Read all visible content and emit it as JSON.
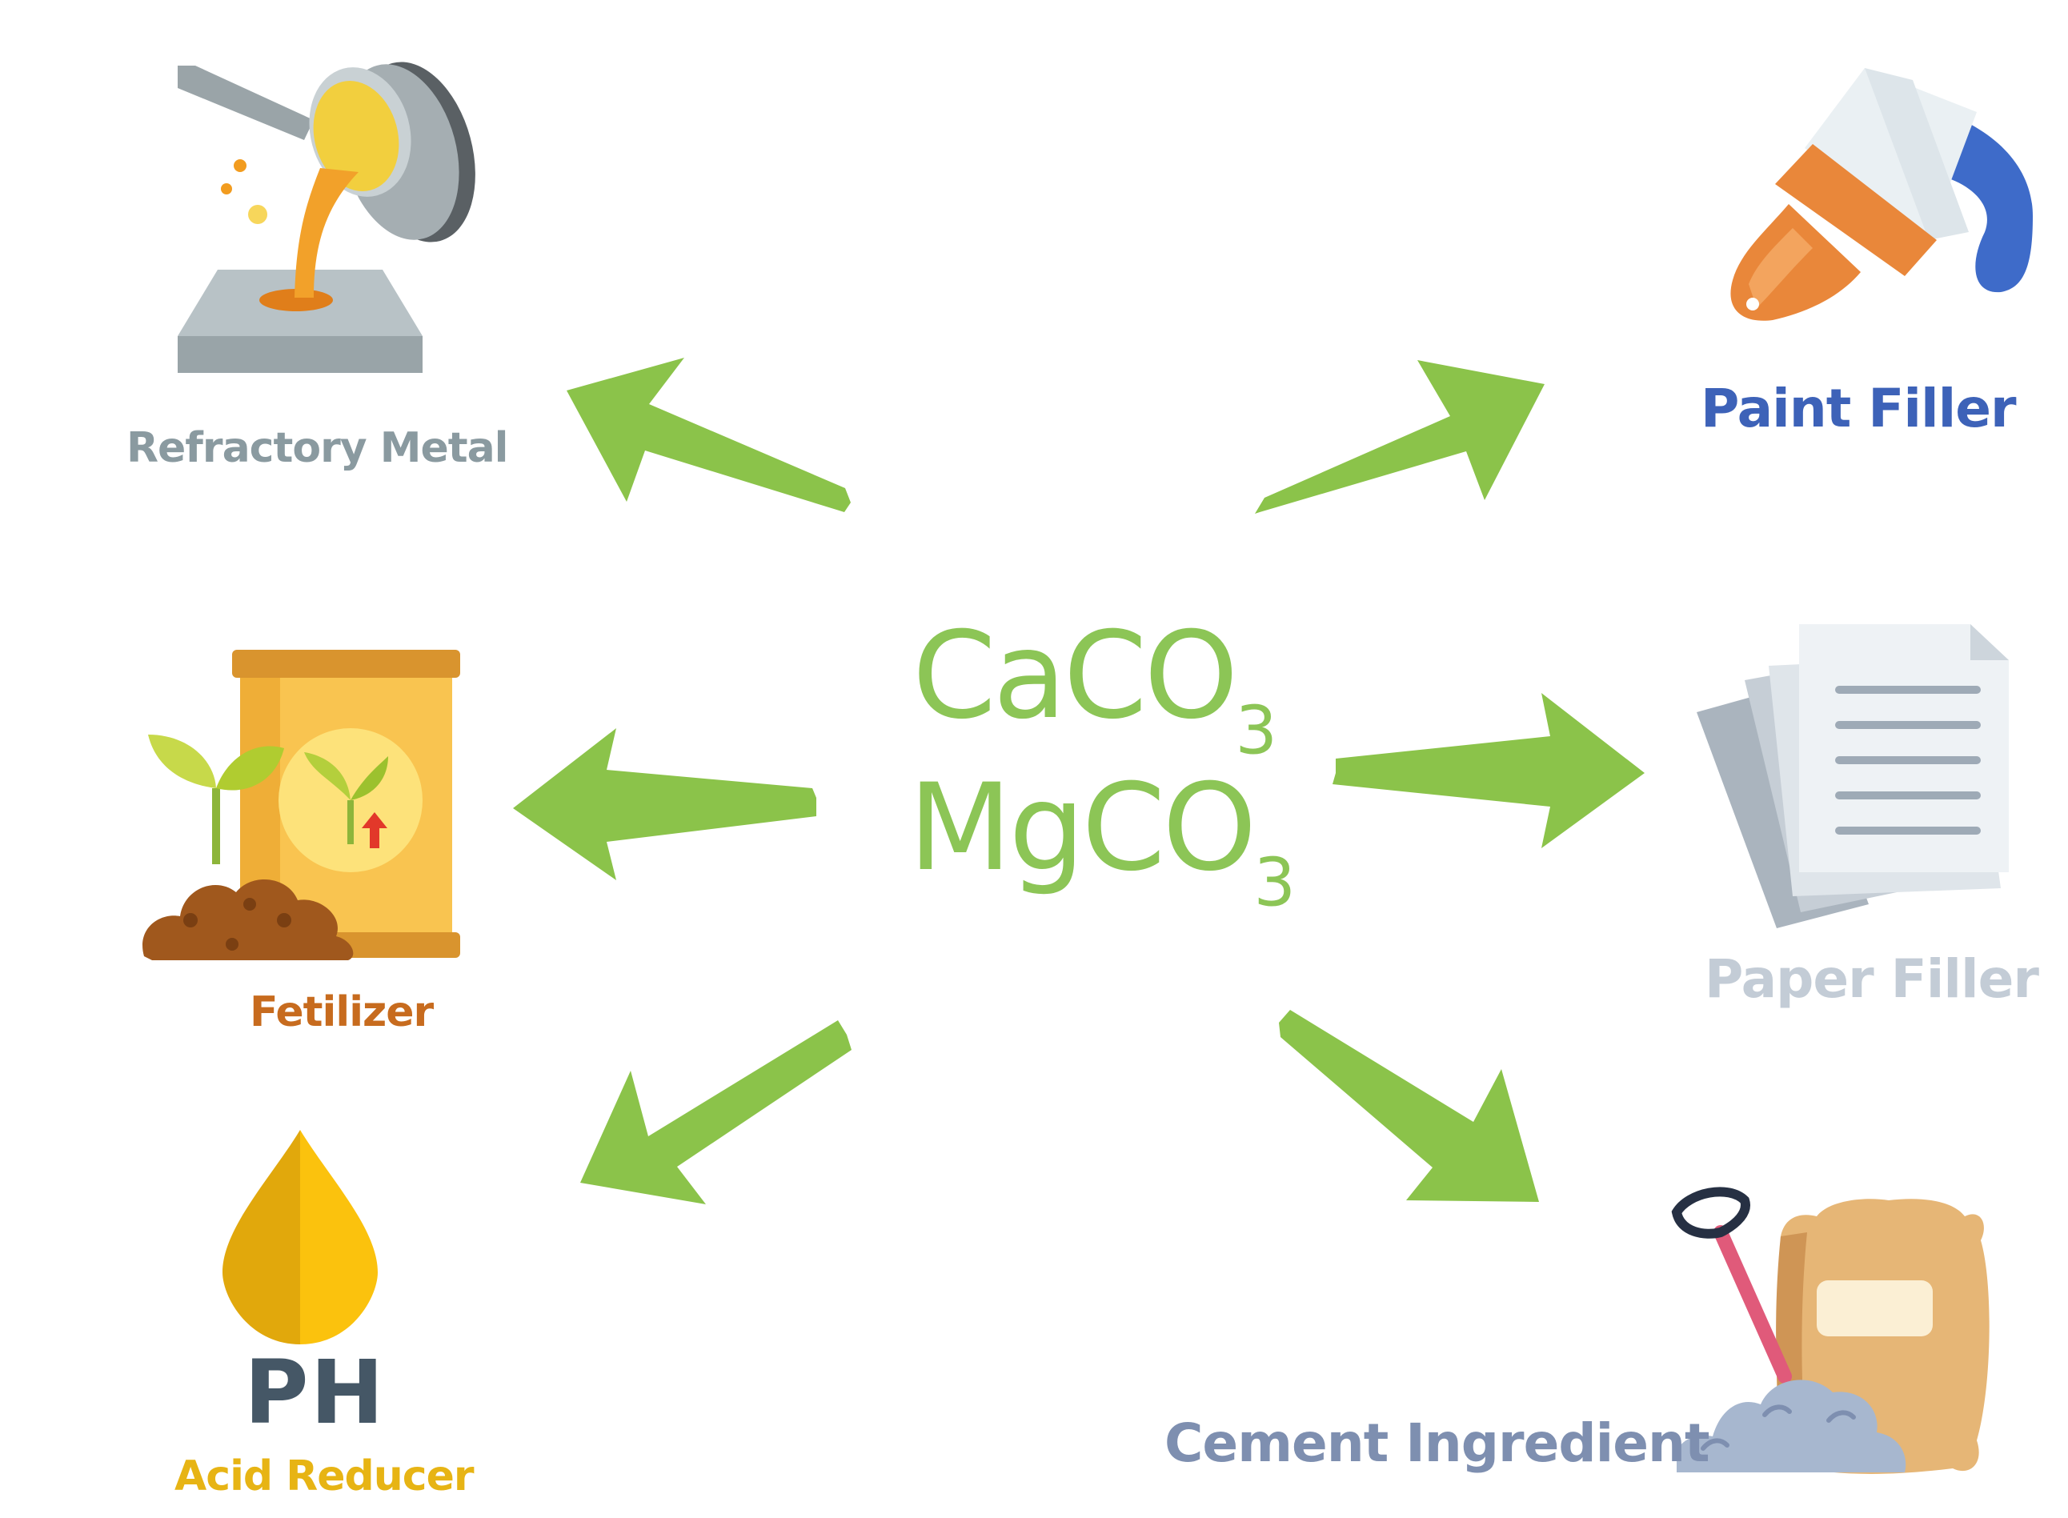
{
  "center": {
    "formula_1": {
      "base": "CaCO",
      "subscript": "3"
    },
    "formula_2": {
      "base": "MgCO",
      "subscript": "3"
    },
    "color": "#8cc556"
  },
  "arrow_color": "#8bc34a",
  "applications": [
    {
      "id": "refractory-metal",
      "label": "Refractory Metal",
      "color": "#8a9aa0",
      "icon": "molten-metal-ladle-icon"
    },
    {
      "id": "paint-filler",
      "label": "Paint Filler",
      "color": "#3d62b8",
      "icon": "paint-brush-icon"
    },
    {
      "id": "fertilizer",
      "label": "Fetilizer",
      "color": "#c76b1e",
      "icon": "fertilizer-bag-icon"
    },
    {
      "id": "paper-filler",
      "label": "Paper Filler",
      "color": "#c3ccd6",
      "icon": "paper-sheets-icon"
    },
    {
      "id": "acid-reducer",
      "label": "Acid Reducer",
      "color": "#e7b414",
      "icon": "ph-drop-icon"
    },
    {
      "id": "cement-ingredient",
      "label": "Cement Ingredient",
      "color": "#7e8fb0",
      "icon": "cement-bag-shovel-icon"
    }
  ],
  "ph_icon_text": "PH"
}
